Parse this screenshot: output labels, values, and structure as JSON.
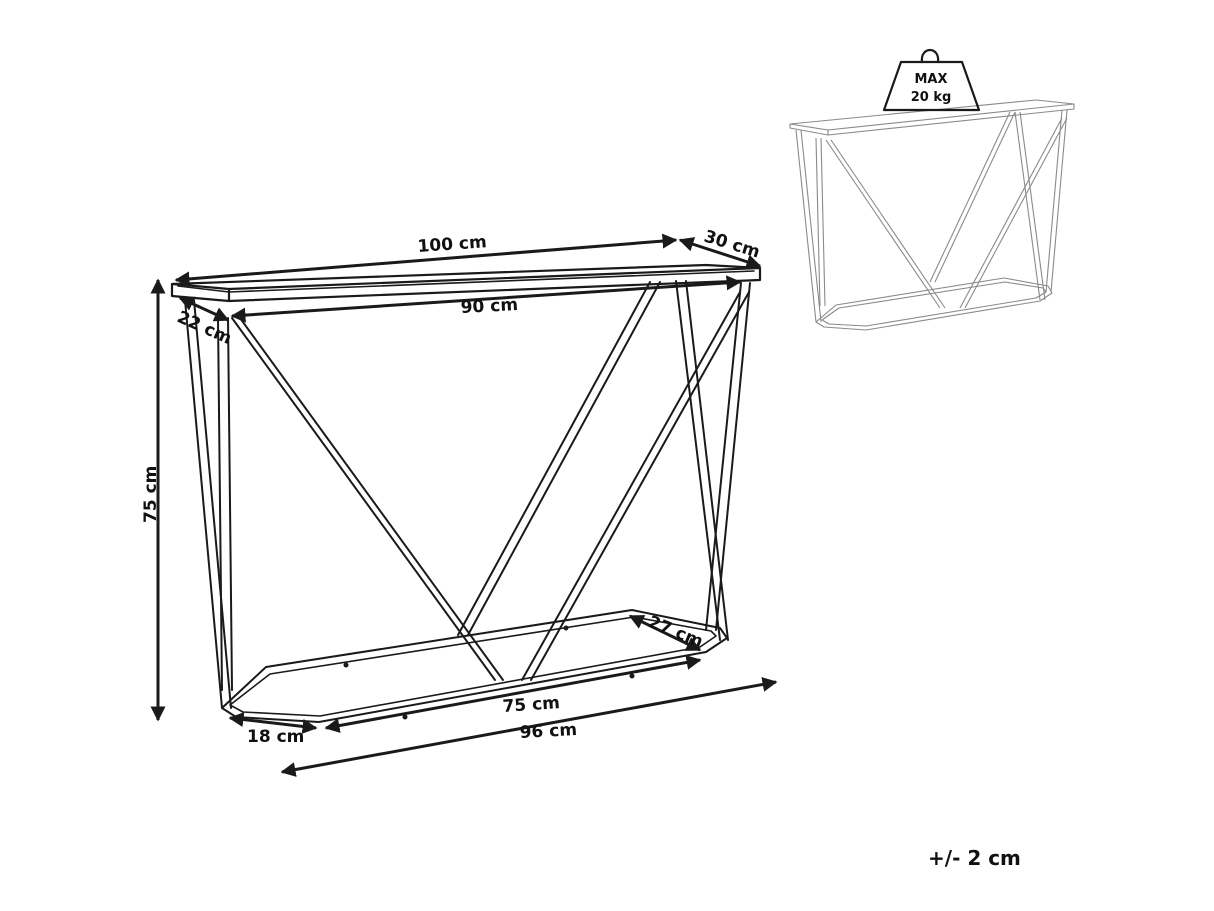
{
  "dimensions": {
    "top_length": "100 cm",
    "top_depth": "30 cm",
    "inner_top_length": "90 cm",
    "top_thickness": "22 cm",
    "height": "75 cm",
    "base_depth": "27 cm",
    "base_inner_length": "75 cm",
    "base_side": "18 cm",
    "base_length": "96 cm"
  },
  "load_badge": {
    "line1": "MAX",
    "line2": "20 kg"
  },
  "tolerance": "+/- 2 cm"
}
